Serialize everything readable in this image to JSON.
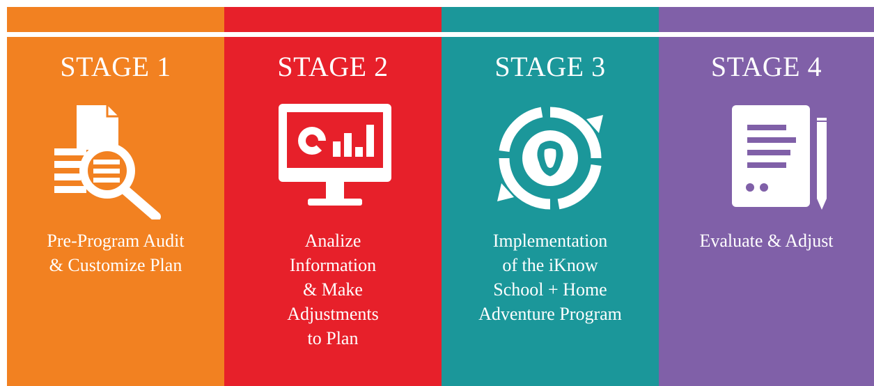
{
  "stages": [
    {
      "title": "STAGE 1",
      "icon": "document-magnifier-icon",
      "color": "#F28121",
      "lines": [
        "Pre-Program Audit",
        "& Customize Plan"
      ]
    },
    {
      "title": "STAGE 2",
      "icon": "monitor-chart-icon",
      "color": "#E7202A",
      "lines": [
        "Analize",
        "Information",
        "& Make",
        "Adjustments",
        "to Plan"
      ]
    },
    {
      "title": "STAGE 3",
      "icon": "cycle-lion-icon",
      "color": "#1B979A",
      "lines": [
        "Implementation",
        "of the iKnow",
        "School + Home",
        "Adventure Program"
      ]
    },
    {
      "title": "STAGE 4",
      "icon": "checklist-pencil-icon",
      "color": "#8060A8",
      "lines": [
        "Evaluate & Adjust"
      ]
    }
  ]
}
